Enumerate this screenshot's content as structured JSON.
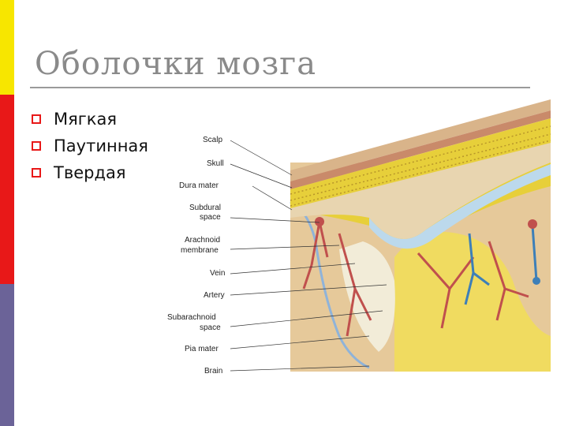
{
  "slide": {
    "title": "Оболочки мозга",
    "bullets": [
      "Мягкая",
      "Паутинная",
      "Твердая"
    ]
  },
  "figure": {
    "labels": [
      "Scalp",
      "Skull",
      "Dura mater",
      "Subdural",
      "space",
      "Arachnoid",
      "membrane",
      "Vein",
      "Artery",
      "Subarachnoid",
      "space",
      "Pia mater",
      "Brain"
    ]
  },
  "colors": {
    "accent_yellow": "#f7e600",
    "accent_red": "#e81818",
    "accent_purple": "#6b6398",
    "title_gray": "#8a8a8a"
  }
}
